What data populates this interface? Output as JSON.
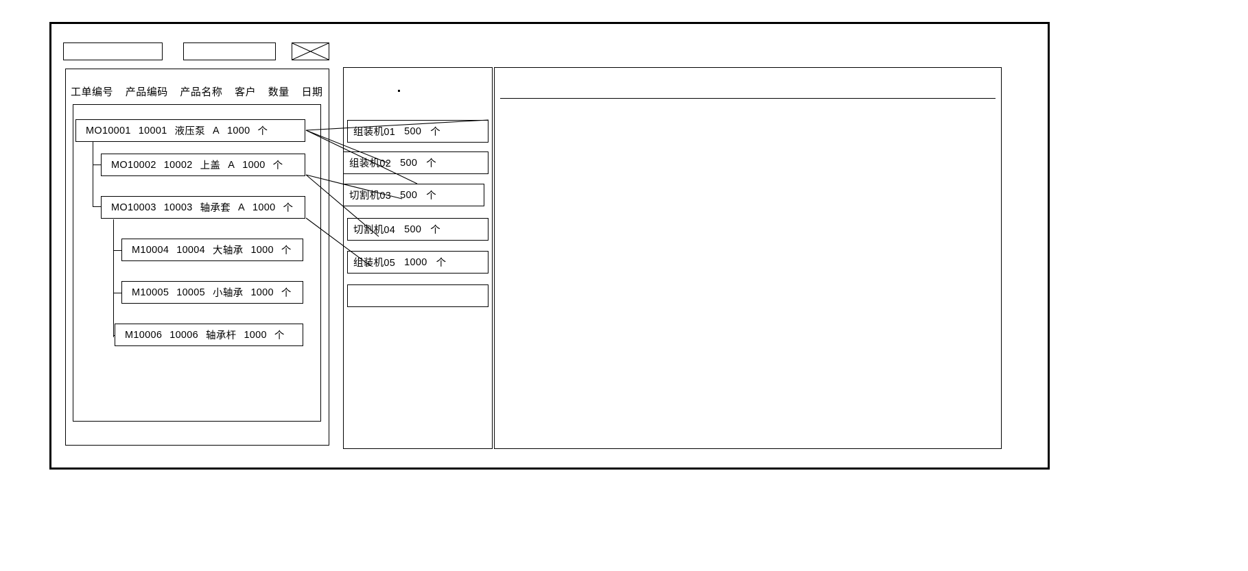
{
  "window": {
    "title": ""
  },
  "toolbar": {
    "items": [
      {
        "name": "toolbar-box-1",
        "label": "",
        "kind": "empty-rect"
      },
      {
        "name": "toolbar-box-2",
        "label": "",
        "kind": "empty-rect"
      },
      {
        "name": "toolbar-box-3",
        "label": "",
        "kind": "crossed-rect"
      }
    ]
  },
  "left_panel": {
    "columns": [
      "工单编号",
      "产品编码",
      "产品名称",
      "客户",
      "数量",
      "日期"
    ],
    "rows": [
      {
        "order_no": "MO10001",
        "product_code": "10001",
        "product_name": "液压泵",
        "customer": "A",
        "qty": "1000",
        "unit": "个",
        "date": ""
      },
      {
        "order_no": "MO10002",
        "product_code": "10002",
        "product_name": "上盖",
        "customer": "A",
        "qty": "1000",
        "unit": "个",
        "date": ""
      },
      {
        "order_no": "MO10003",
        "product_code": "10003",
        "product_name": "轴承套",
        "customer": "A",
        "qty": "1000",
        "unit": "个",
        "date": ""
      },
      {
        "order_no": "M10004",
        "product_code": "10004",
        "product_name": "大轴承",
        "customer": "",
        "qty": "1000",
        "unit": "个",
        "date": ""
      },
      {
        "order_no": "M10005",
        "product_code": "10005",
        "product_name": "小轴承",
        "customer": "",
        "qty": "1000",
        "unit": "个",
        "date": ""
      },
      {
        "order_no": "M10006",
        "product_code": "10006",
        "product_name": "轴承杆",
        "customer": "",
        "qty": "1000",
        "unit": "个",
        "date": ""
      }
    ]
  },
  "middle_panel": {
    "marker": ".",
    "items": [
      {
        "machine": "组装机01",
        "qty": "500",
        "unit": "个"
      },
      {
        "machine": "组装机02",
        "qty": "500",
        "unit": "个"
      },
      {
        "machine": "切割机03",
        "qty": "500",
        "unit": "个"
      },
      {
        "machine": "切割机04",
        "qty": "500",
        "unit": "个"
      },
      {
        "machine": "组装机05",
        "qty": "1000",
        "unit": "个"
      },
      {
        "machine": "",
        "qty": "",
        "unit": ""
      }
    ]
  },
  "right_panel": {
    "header": "",
    "body": ""
  },
  "colors": {
    "stroke": "#000000",
    "background": "#ffffff"
  }
}
